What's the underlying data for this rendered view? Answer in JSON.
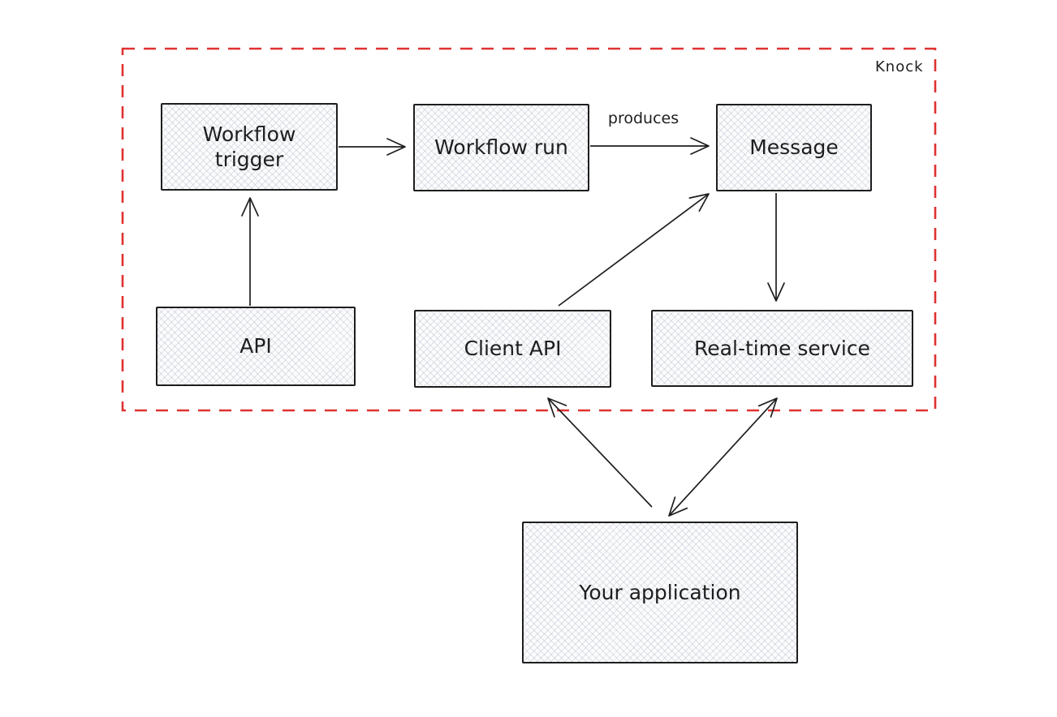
{
  "diagram": {
    "type": "flowchart",
    "container_label": "Knock",
    "nodes": {
      "workflow_trigger": {
        "label": "Workflow trigger"
      },
      "workflow_run": {
        "label": "Workflow run"
      },
      "message": {
        "label": "Message"
      },
      "api": {
        "label": "API"
      },
      "client_api": {
        "label": "Client API"
      },
      "real_time_service": {
        "label": "Real-time service"
      },
      "your_application": {
        "label": "Your application"
      }
    },
    "edge_labels": {
      "produces": "produces"
    },
    "edges": [
      {
        "from": "API",
        "to": "Workflow trigger",
        "label": "",
        "arrows": "end"
      },
      {
        "from": "Workflow trigger",
        "to": "Workflow run",
        "label": "",
        "arrows": "end"
      },
      {
        "from": "Workflow run",
        "to": "Message",
        "label": "produces",
        "arrows": "end"
      },
      {
        "from": "Client API",
        "to": "Message",
        "label": "",
        "arrows": "end"
      },
      {
        "from": "Message",
        "to": "Real-time service",
        "label": "",
        "arrows": "end"
      },
      {
        "from": "Your application",
        "to": "Client API",
        "label": "",
        "arrows": "end"
      },
      {
        "from": "Your application",
        "to": "Real-time service",
        "label": "",
        "arrows": "both"
      }
    ],
    "colors": {
      "frame_border": "#e03131",
      "node_stroke": "#1e1e1e",
      "node_fill": "#fcfcfd",
      "hatch": "#dde1e8",
      "text": "#1e1e1e",
      "arrow": "#1e1e1e"
    }
  }
}
